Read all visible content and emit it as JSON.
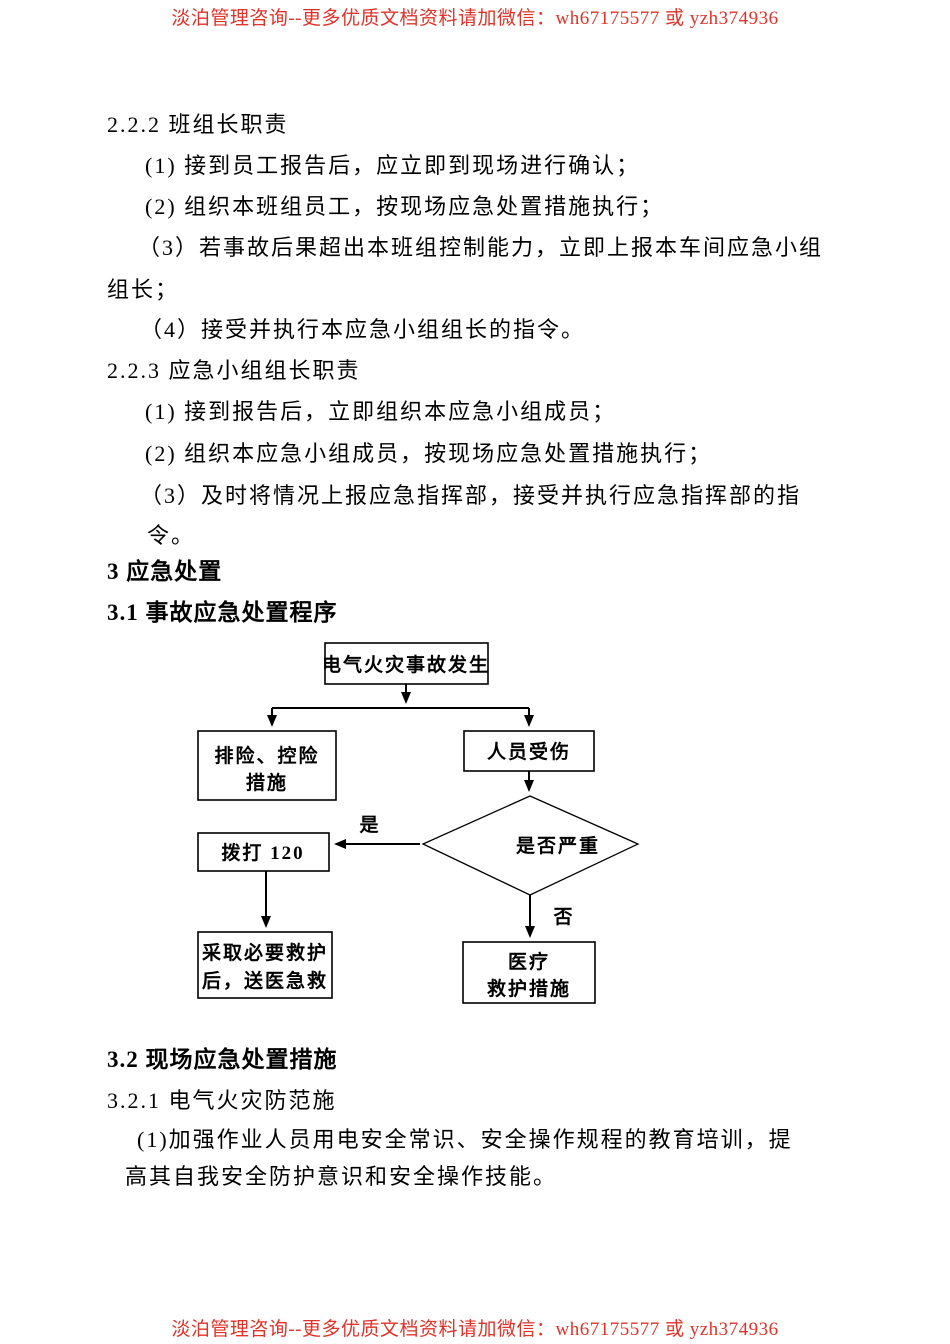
{
  "header": {
    "text": "淡泊管理咨询--更多优质文档资料请加微信：wh67175577 或 yzh374936"
  },
  "footer": {
    "text": "淡泊管理咨询--更多优质文档资料请加微信：wh67175577 或 yzh374936"
  },
  "accent_red": "#e03228",
  "body": {
    "s222_title": "2.2.2 班组长职责",
    "s222_item1": "(1) 接到员工报告后，应立即到现场进行确认；",
    "s222_item2": "(2) 组织本班组员工，按现场应急处置措施执行；",
    "s222_item3": "（3）若事故后果超出本班组控制能力，立即上报本车间应急小组",
    "s222_item3_cont": "组长；",
    "s222_item4": "（4）接受并执行本应急小组组长的指令。",
    "s223_title": "2.2.3 应急小组组长职责",
    "s223_item1": "(1) 接到报告后，立即组织本应急小组成员；",
    "s223_item2": "(2) 组织本应急小组成员，按现场应急处置措施执行；",
    "s223_item3": "（3）及时将情况上报应急指挥部，接受并执行应急指挥部的指",
    "s223_item3_cont": "令。",
    "s3_title": "3 应急处置",
    "s31_title": "3.1 事故应急处置程序",
    "s32_title": "3.2 现场应急处置措施",
    "s321_title": "3.2.1 电气火灾防范施",
    "s321_item1": "(1)加强作业人员用电安全常识、安全操作规程的教育培训，提",
    "s321_item1_cont": "高其自我安全防护意识和安全操作技能。"
  },
  "flowchart": {
    "start_box": "电气火灾事故发生",
    "control_box_line1": "排险、控险",
    "control_box_line2": "措施",
    "injury_box": "人员受伤",
    "decision": "是否严重",
    "yes_label": "是",
    "no_label": "否",
    "call_box": "拨打 120",
    "rescue_box_line1": "采取必要救护",
    "rescue_box_line2": "后，送医急救",
    "medical_box_line1": "医疗",
    "medical_box_line2": "救护措施"
  }
}
